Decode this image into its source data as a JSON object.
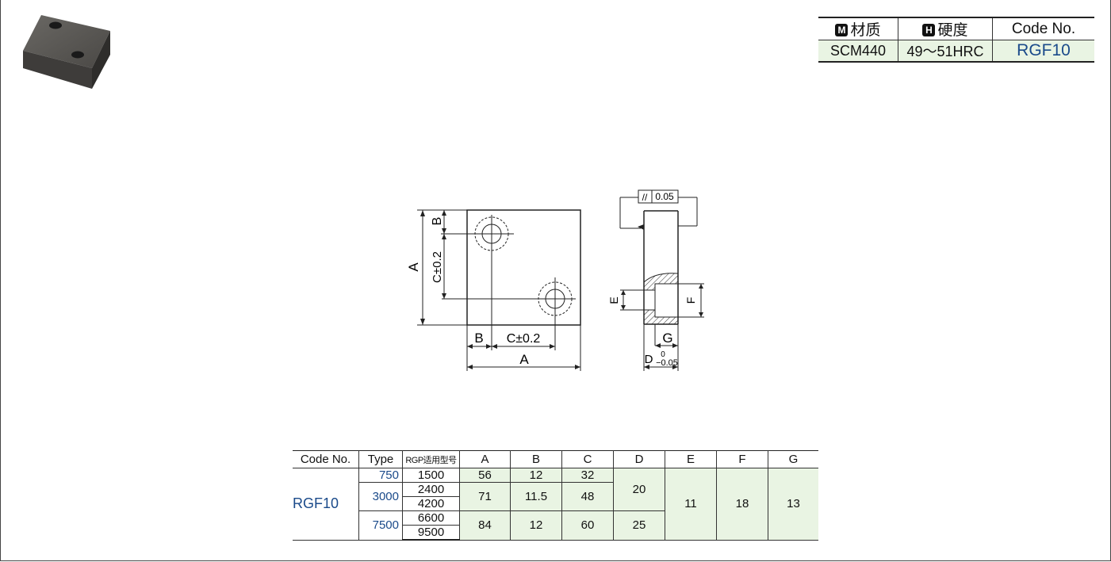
{
  "spec_table": {
    "material_badge": "M",
    "material_header": "材质",
    "hardness_badge": "H",
    "hardness_header": "硬度",
    "code_header": "Code No.",
    "material_value": "SCM440",
    "hardness_value": "49～51HRC",
    "code_value": "RGF10"
  },
  "drawing": {
    "parallel_symbol": "//",
    "parallel_tol": "0.05",
    "labels": {
      "A_front_v": "A",
      "B_front_v": "B",
      "C_front_v": "C±0.2",
      "B_front_h": "B",
      "C_front_h": "C±0.2",
      "A_front_h": "A",
      "E": "E",
      "F": "F",
      "G": "G",
      "D": "D",
      "D_tol_upper": "0",
      "D_tol_lower": "−0.05"
    }
  },
  "table": {
    "headers": [
      "Code No.",
      "Type",
      "RGP适用型号",
      "A",
      "B",
      "C",
      "D",
      "E",
      "F",
      "G"
    ],
    "code": "RGF10",
    "type_groups": [
      {
        "type": "750",
        "rgp": [
          "1500"
        ],
        "A": "56",
        "B": "12",
        "C": "32"
      },
      {
        "type": "3000",
        "rgp": [
          "2400",
          "4200"
        ],
        "A": "71",
        "B": "11.5",
        "C": "48"
      },
      {
        "type": "7500",
        "rgp": [
          "6600",
          "9500"
        ],
        "A": "84",
        "B": "12",
        "C": "60"
      }
    ],
    "D_values": [
      "20",
      "25"
    ],
    "E": "11",
    "F": "18",
    "G": "13"
  },
  "colors": {
    "code_blue": "#1a4a8a",
    "cell_green": "#e9f4e3"
  }
}
